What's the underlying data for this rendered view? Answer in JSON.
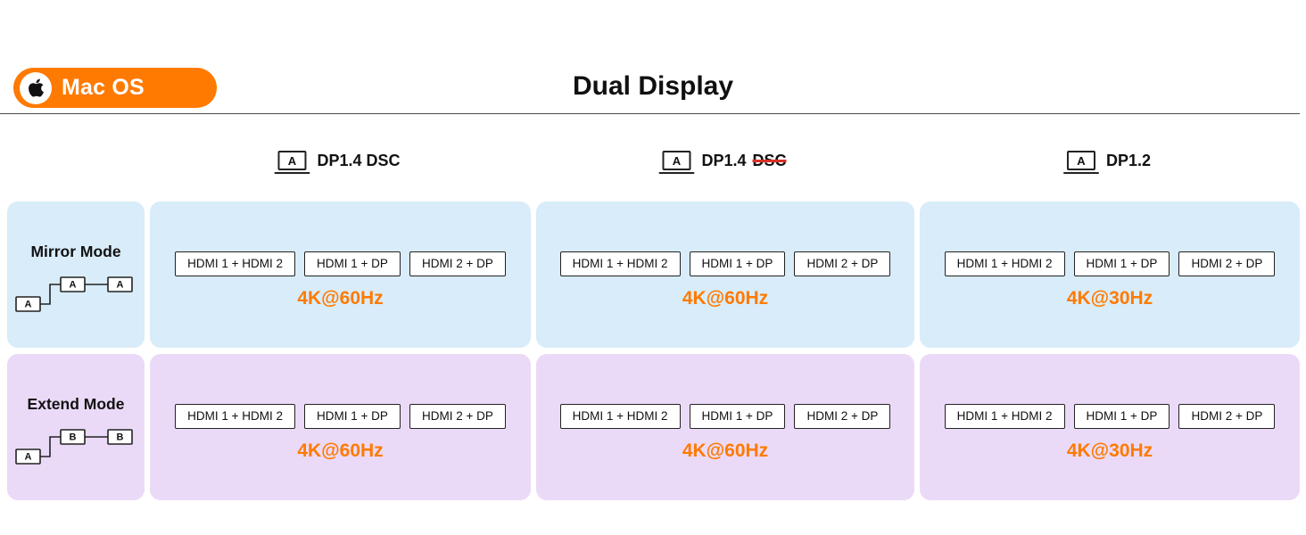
{
  "header": {
    "badge_label": "Mac OS",
    "title": "Dual Display"
  },
  "columns": [
    {
      "icon_letter": "A",
      "label": "DP1.4 DSC",
      "struck": ""
    },
    {
      "icon_letter": "A",
      "label": "DP1.4",
      "struck": "DSC"
    },
    {
      "icon_letter": "A",
      "label": "DP1.2",
      "struck": ""
    }
  ],
  "rows": [
    {
      "label": "Mirror Mode",
      "diagram": {
        "source": "A",
        "out1": "A",
        "out2": "A"
      },
      "cells": [
        {
          "combos": [
            "HDMI 1 + HDMI 2",
            "HDMI 1 + DP",
            "HDMI 2 + DP"
          ],
          "resolution": "4K@60Hz"
        },
        {
          "combos": [
            "HDMI 1 + HDMI 2",
            "HDMI 1 + DP",
            "HDMI 2 + DP"
          ],
          "resolution": "4K@60Hz"
        },
        {
          "combos": [
            "HDMI 1 + HDMI 2",
            "HDMI 1 + DP",
            "HDMI 2 + DP"
          ],
          "resolution": "4K@30Hz"
        }
      ]
    },
    {
      "label": "Extend Mode",
      "diagram": {
        "source": "A",
        "out1": "B",
        "out2": "B"
      },
      "cells": [
        {
          "combos": [
            "HDMI 1 + HDMI 2",
            "HDMI 1 + DP",
            "HDMI 2 + DP"
          ],
          "resolution": "4K@60Hz"
        },
        {
          "combos": [
            "HDMI 1 + HDMI 2",
            "HDMI 1 + DP",
            "HDMI 2 + DP"
          ],
          "resolution": "4K@60Hz"
        },
        {
          "combos": [
            "HDMI 1 + HDMI 2",
            "HDMI 1 + DP",
            "HDMI 2 + DP"
          ],
          "resolution": "4K@30Hz"
        }
      ]
    }
  ],
  "colors": {
    "accent_orange": "#FF7A00",
    "mirror_bg": "#D8ECF9",
    "extend_bg": "#EBDAF7",
    "strike_red": "#D93025"
  }
}
